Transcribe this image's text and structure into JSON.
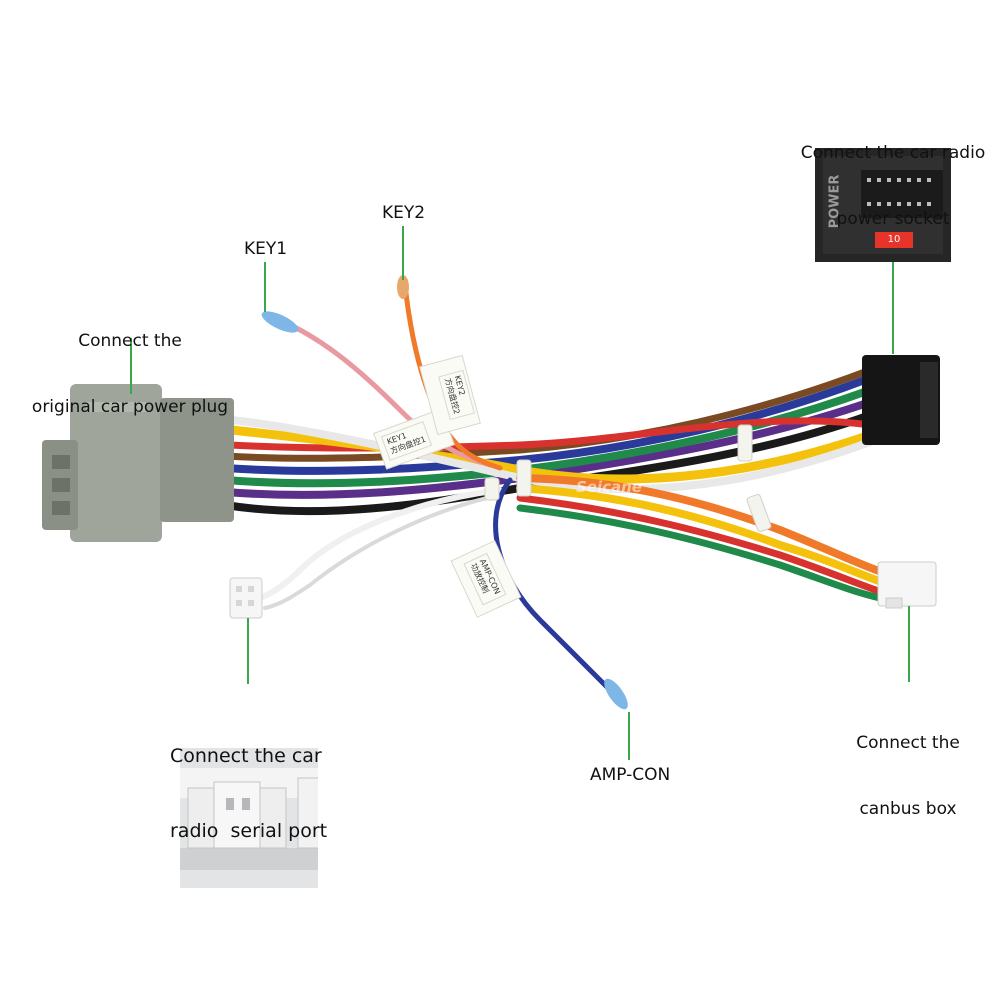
{
  "labels": {
    "original_plug": [
      "Connect the",
      "original car power plug"
    ],
    "key1": "KEY1",
    "key2": "KEY2",
    "radio_power": [
      "Connect the car radio",
      "power socket"
    ],
    "serial_port": [
      "Connect the car",
      "radio  serial port"
    ],
    "amp_con": "AMP-CON",
    "canbus": [
      "Connect the",
      "canbus box"
    ]
  },
  "power_inset_text": "POWER",
  "fuse_text": "10",
  "brand_watermark": "Seicane",
  "tags": {
    "key1_tag": "KEY1\n方向盘控1",
    "key2_tag": "KEY2\n方向盘控2",
    "amp_tag": "AMP-CON\n功放控制"
  },
  "colors": {
    "leader": "#3aa84a",
    "plug_gray": "#9fa59b",
    "wire_white": "#f2f2f2",
    "wire_yellow": "#f4c20d",
    "wire_orange": "#f07a2a",
    "wire_red": "#d8322e",
    "wire_purple": "#5a2f8a",
    "wire_blue": "#2a3a9a",
    "wire_green": "#1f8a4a",
    "wire_black": "#1a1a1a",
    "wire_pink": "#e89aa0",
    "wire_brown": "#7a4a22"
  }
}
